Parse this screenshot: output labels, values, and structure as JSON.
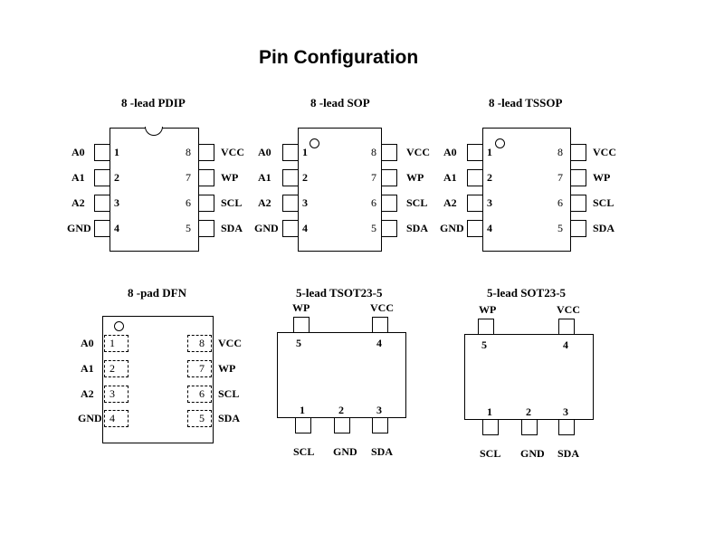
{
  "title": "Pin Configuration",
  "packages": {
    "pdip": {
      "title": "8 -lead PDIP",
      "left_pins": [
        {
          "num": "1",
          "name": "A0"
        },
        {
          "num": "2",
          "name": "A1"
        },
        {
          "num": "3",
          "name": "A2"
        },
        {
          "num": "4",
          "name": "GND"
        }
      ],
      "right_pins": [
        {
          "num": "8",
          "name": "VCC"
        },
        {
          "num": "7",
          "name": "WP"
        },
        {
          "num": "6",
          "name": "SCL"
        },
        {
          "num": "5",
          "name": "SDA"
        }
      ]
    },
    "sop": {
      "title": "8 -lead SOP",
      "left_pins": [
        {
          "num": "1",
          "name": "A0"
        },
        {
          "num": "2",
          "name": "A1"
        },
        {
          "num": "3",
          "name": "A2"
        },
        {
          "num": "4",
          "name": "GND"
        }
      ],
      "right_pins": [
        {
          "num": "8",
          "name": "VCC"
        },
        {
          "num": "7",
          "name": "WP"
        },
        {
          "num": "6",
          "name": "SCL"
        },
        {
          "num": "5",
          "name": "SDA"
        }
      ]
    },
    "tssop": {
      "title": "8 -lead TSSOP",
      "left_pins": [
        {
          "num": "1",
          "name": "A0"
        },
        {
          "num": "2",
          "name": "A1"
        },
        {
          "num": "3",
          "name": "A2"
        },
        {
          "num": "4",
          "name": "GND"
        }
      ],
      "right_pins": [
        {
          "num": "8",
          "name": "VCC"
        },
        {
          "num": "7",
          "name": "WP"
        },
        {
          "num": "6",
          "name": "SCL"
        },
        {
          "num": "5",
          "name": "SDA"
        }
      ]
    },
    "dfn": {
      "title": "8 -pad DFN",
      "left_pins": [
        {
          "num": "1",
          "name": "A0"
        },
        {
          "num": "2",
          "name": "A1"
        },
        {
          "num": "3",
          "name": "A2"
        },
        {
          "num": "4",
          "name": "GND"
        }
      ],
      "right_pins": [
        {
          "num": "8",
          "name": "VCC"
        },
        {
          "num": "7",
          "name": "WP"
        },
        {
          "num": "6",
          "name": "SCL"
        },
        {
          "num": "5",
          "name": "SDA"
        }
      ]
    },
    "tsot": {
      "title": "5-lead TSOT23-5",
      "top_pins": [
        {
          "num": "5",
          "name": "WP"
        },
        {
          "num": "4",
          "name": "VCC"
        }
      ],
      "bottom_pins": [
        {
          "num": "1",
          "name": "SCL"
        },
        {
          "num": "2",
          "name": "GND"
        },
        {
          "num": "3",
          "name": "SDA"
        }
      ]
    },
    "sot": {
      "title": "5-lead SOT23-5",
      "top_pins": [
        {
          "num": "5",
          "name": "WP"
        },
        {
          "num": "4",
          "name": "VCC"
        }
      ],
      "bottom_pins": [
        {
          "num": "1",
          "name": "SCL"
        },
        {
          "num": "2",
          "name": "GND"
        },
        {
          "num": "3",
          "name": "SDA"
        }
      ]
    }
  }
}
